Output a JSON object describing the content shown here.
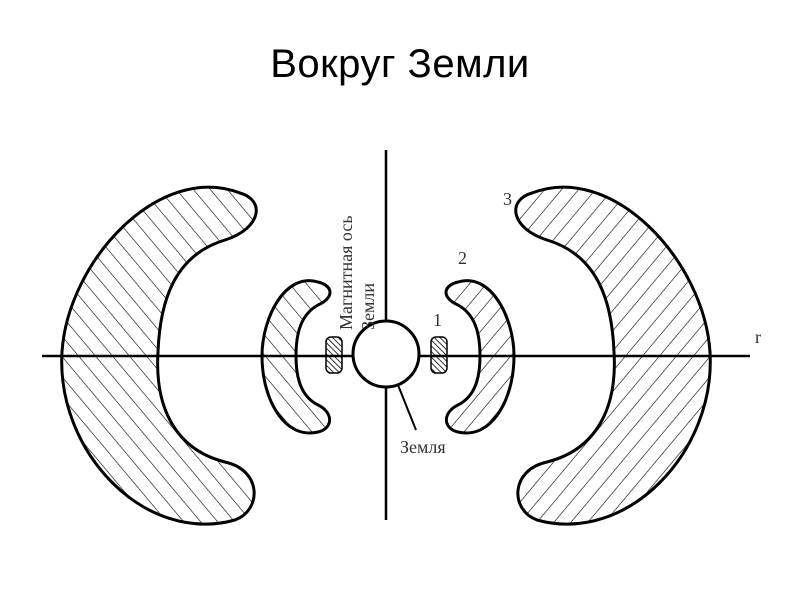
{
  "slide": {
    "title": "Вокруг Земли"
  },
  "diagram": {
    "axis_label_r": "r",
    "magnetic_axis_label_line1": "Магнитная ось",
    "magnetic_axis_label_line2": "Земли",
    "earth_label": "Земля",
    "zone_labels": [
      "1",
      "2",
      "3"
    ],
    "colors": {
      "stroke": "#000000",
      "hatch": "#000000",
      "background": "#ffffff",
      "label_text": "#333333"
    }
  }
}
